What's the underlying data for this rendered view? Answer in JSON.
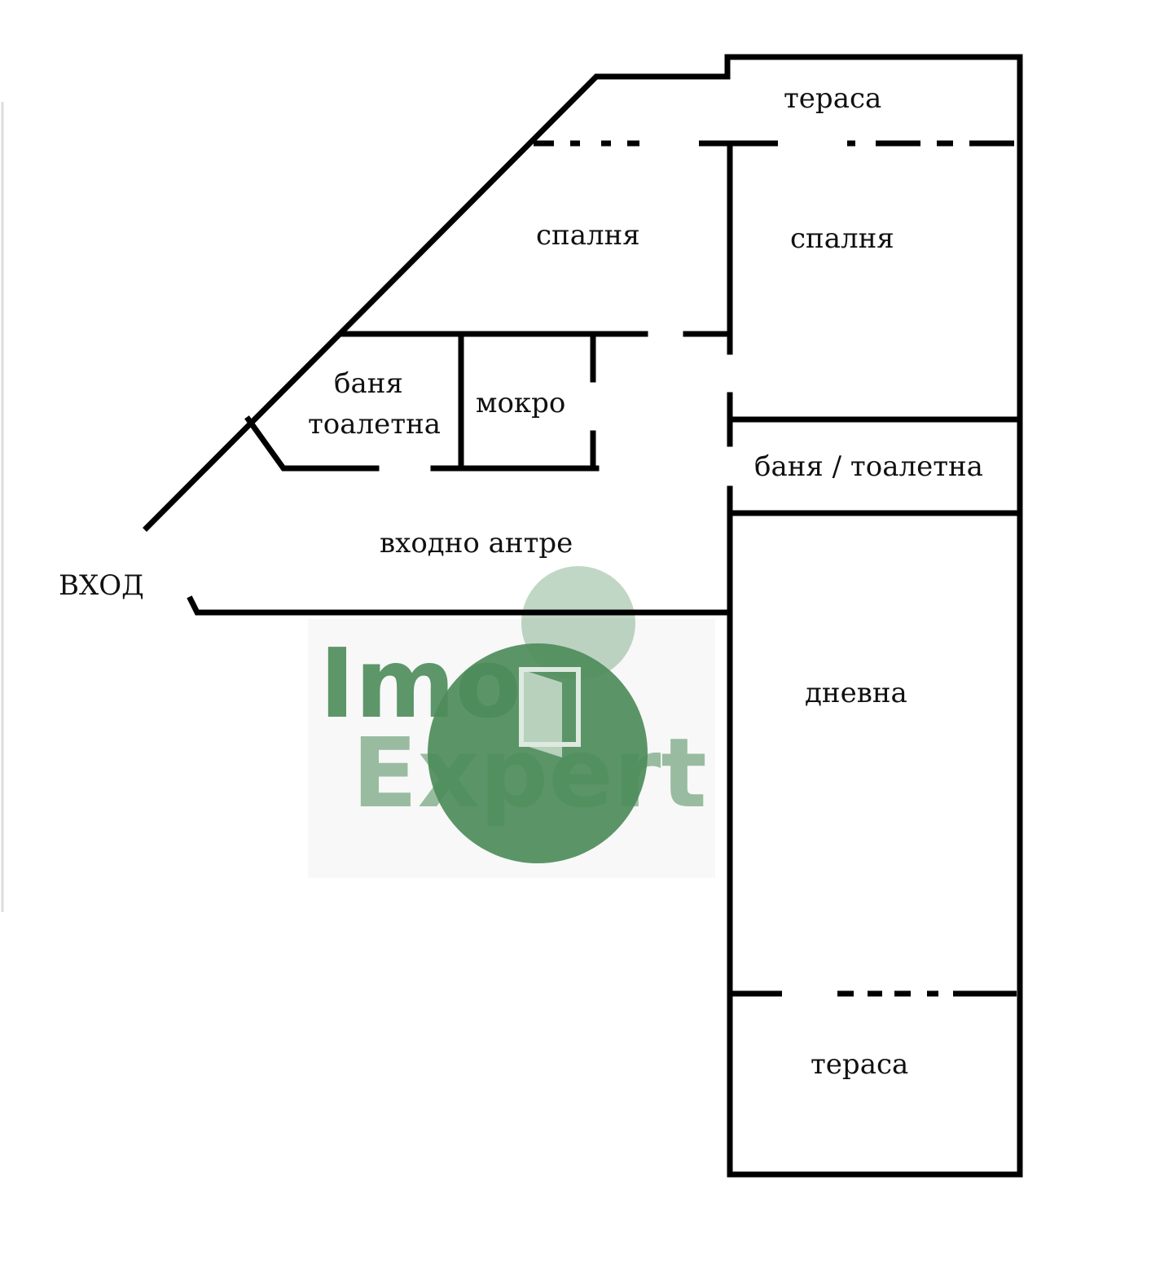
{
  "rooms": {
    "terrace_top": "тераса",
    "bedroom_left": "спалня",
    "bedroom_right": "спалня",
    "bath_toilet_left_line1": "баня",
    "bath_toilet_left_line2": "тоалетна",
    "wet_room": "мокро",
    "bath_toilet_right": "баня / тоалетна",
    "entry_hall": "входно антре",
    "entrance": "ВХОД",
    "living_room": "дневна",
    "terrace_bottom": "тераса"
  },
  "watermark": {
    "line1": "Imo",
    "line2": "Expert",
    "brand_color": "#4d8c5a",
    "icon": "door-icon"
  },
  "colors": {
    "wall": "#000000",
    "background": "#ffffff"
  }
}
